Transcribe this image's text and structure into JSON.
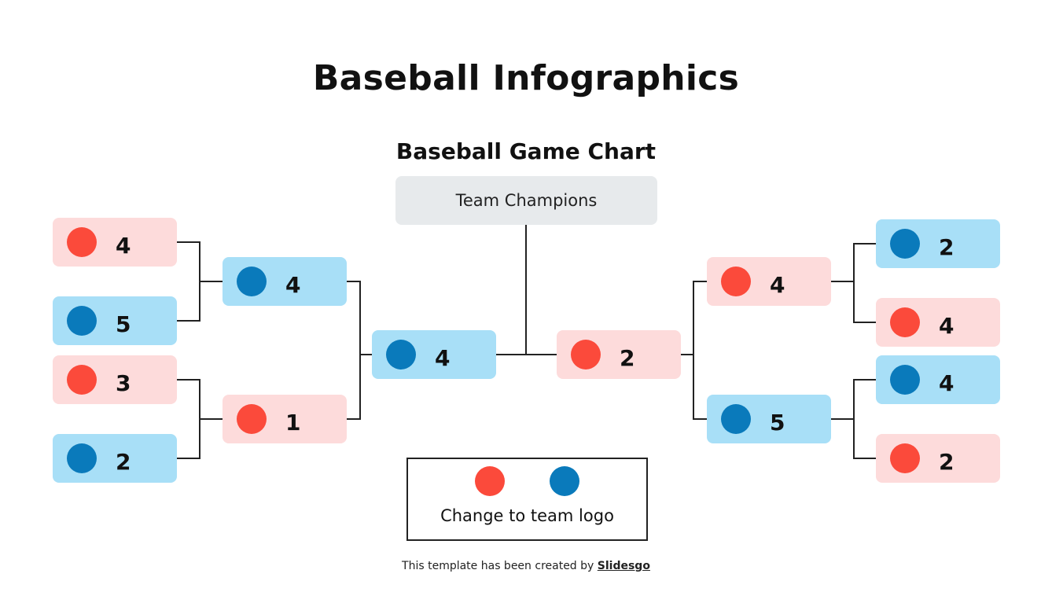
{
  "title": "Baseball Infographics",
  "subtitle": "Baseball Game Chart",
  "champion_label": "Team Champions",
  "colors": {
    "red_team": "#fb4a3b",
    "blue_team": "#0a7abb",
    "red_box": "#fddbdb",
    "blue_box": "#a8dff7",
    "champion_box": "#e7eaec"
  },
  "bracket": {
    "left": {
      "round1": [
        {
          "team": "red",
          "score": "4"
        },
        {
          "team": "blue",
          "score": "5"
        },
        {
          "team": "red",
          "score": "3"
        },
        {
          "team": "blue",
          "score": "2"
        }
      ],
      "round2": [
        {
          "team": "blue",
          "score": "4"
        },
        {
          "team": "red",
          "score": "1"
        }
      ],
      "final": {
        "team": "blue",
        "score": "4"
      }
    },
    "right": {
      "round1": [
        {
          "team": "blue",
          "score": "2"
        },
        {
          "team": "red",
          "score": "4"
        },
        {
          "team": "blue",
          "score": "4"
        },
        {
          "team": "red",
          "score": "2"
        }
      ],
      "round2": [
        {
          "team": "red",
          "score": "4"
        },
        {
          "team": "blue",
          "score": "5"
        }
      ],
      "final": {
        "team": "red",
        "score": "2"
      }
    }
  },
  "legend": {
    "text": "Change to team logo",
    "teams": [
      "red",
      "blue"
    ]
  },
  "footer": {
    "text": "This template has been created by ",
    "brand": "Slidesgo"
  }
}
